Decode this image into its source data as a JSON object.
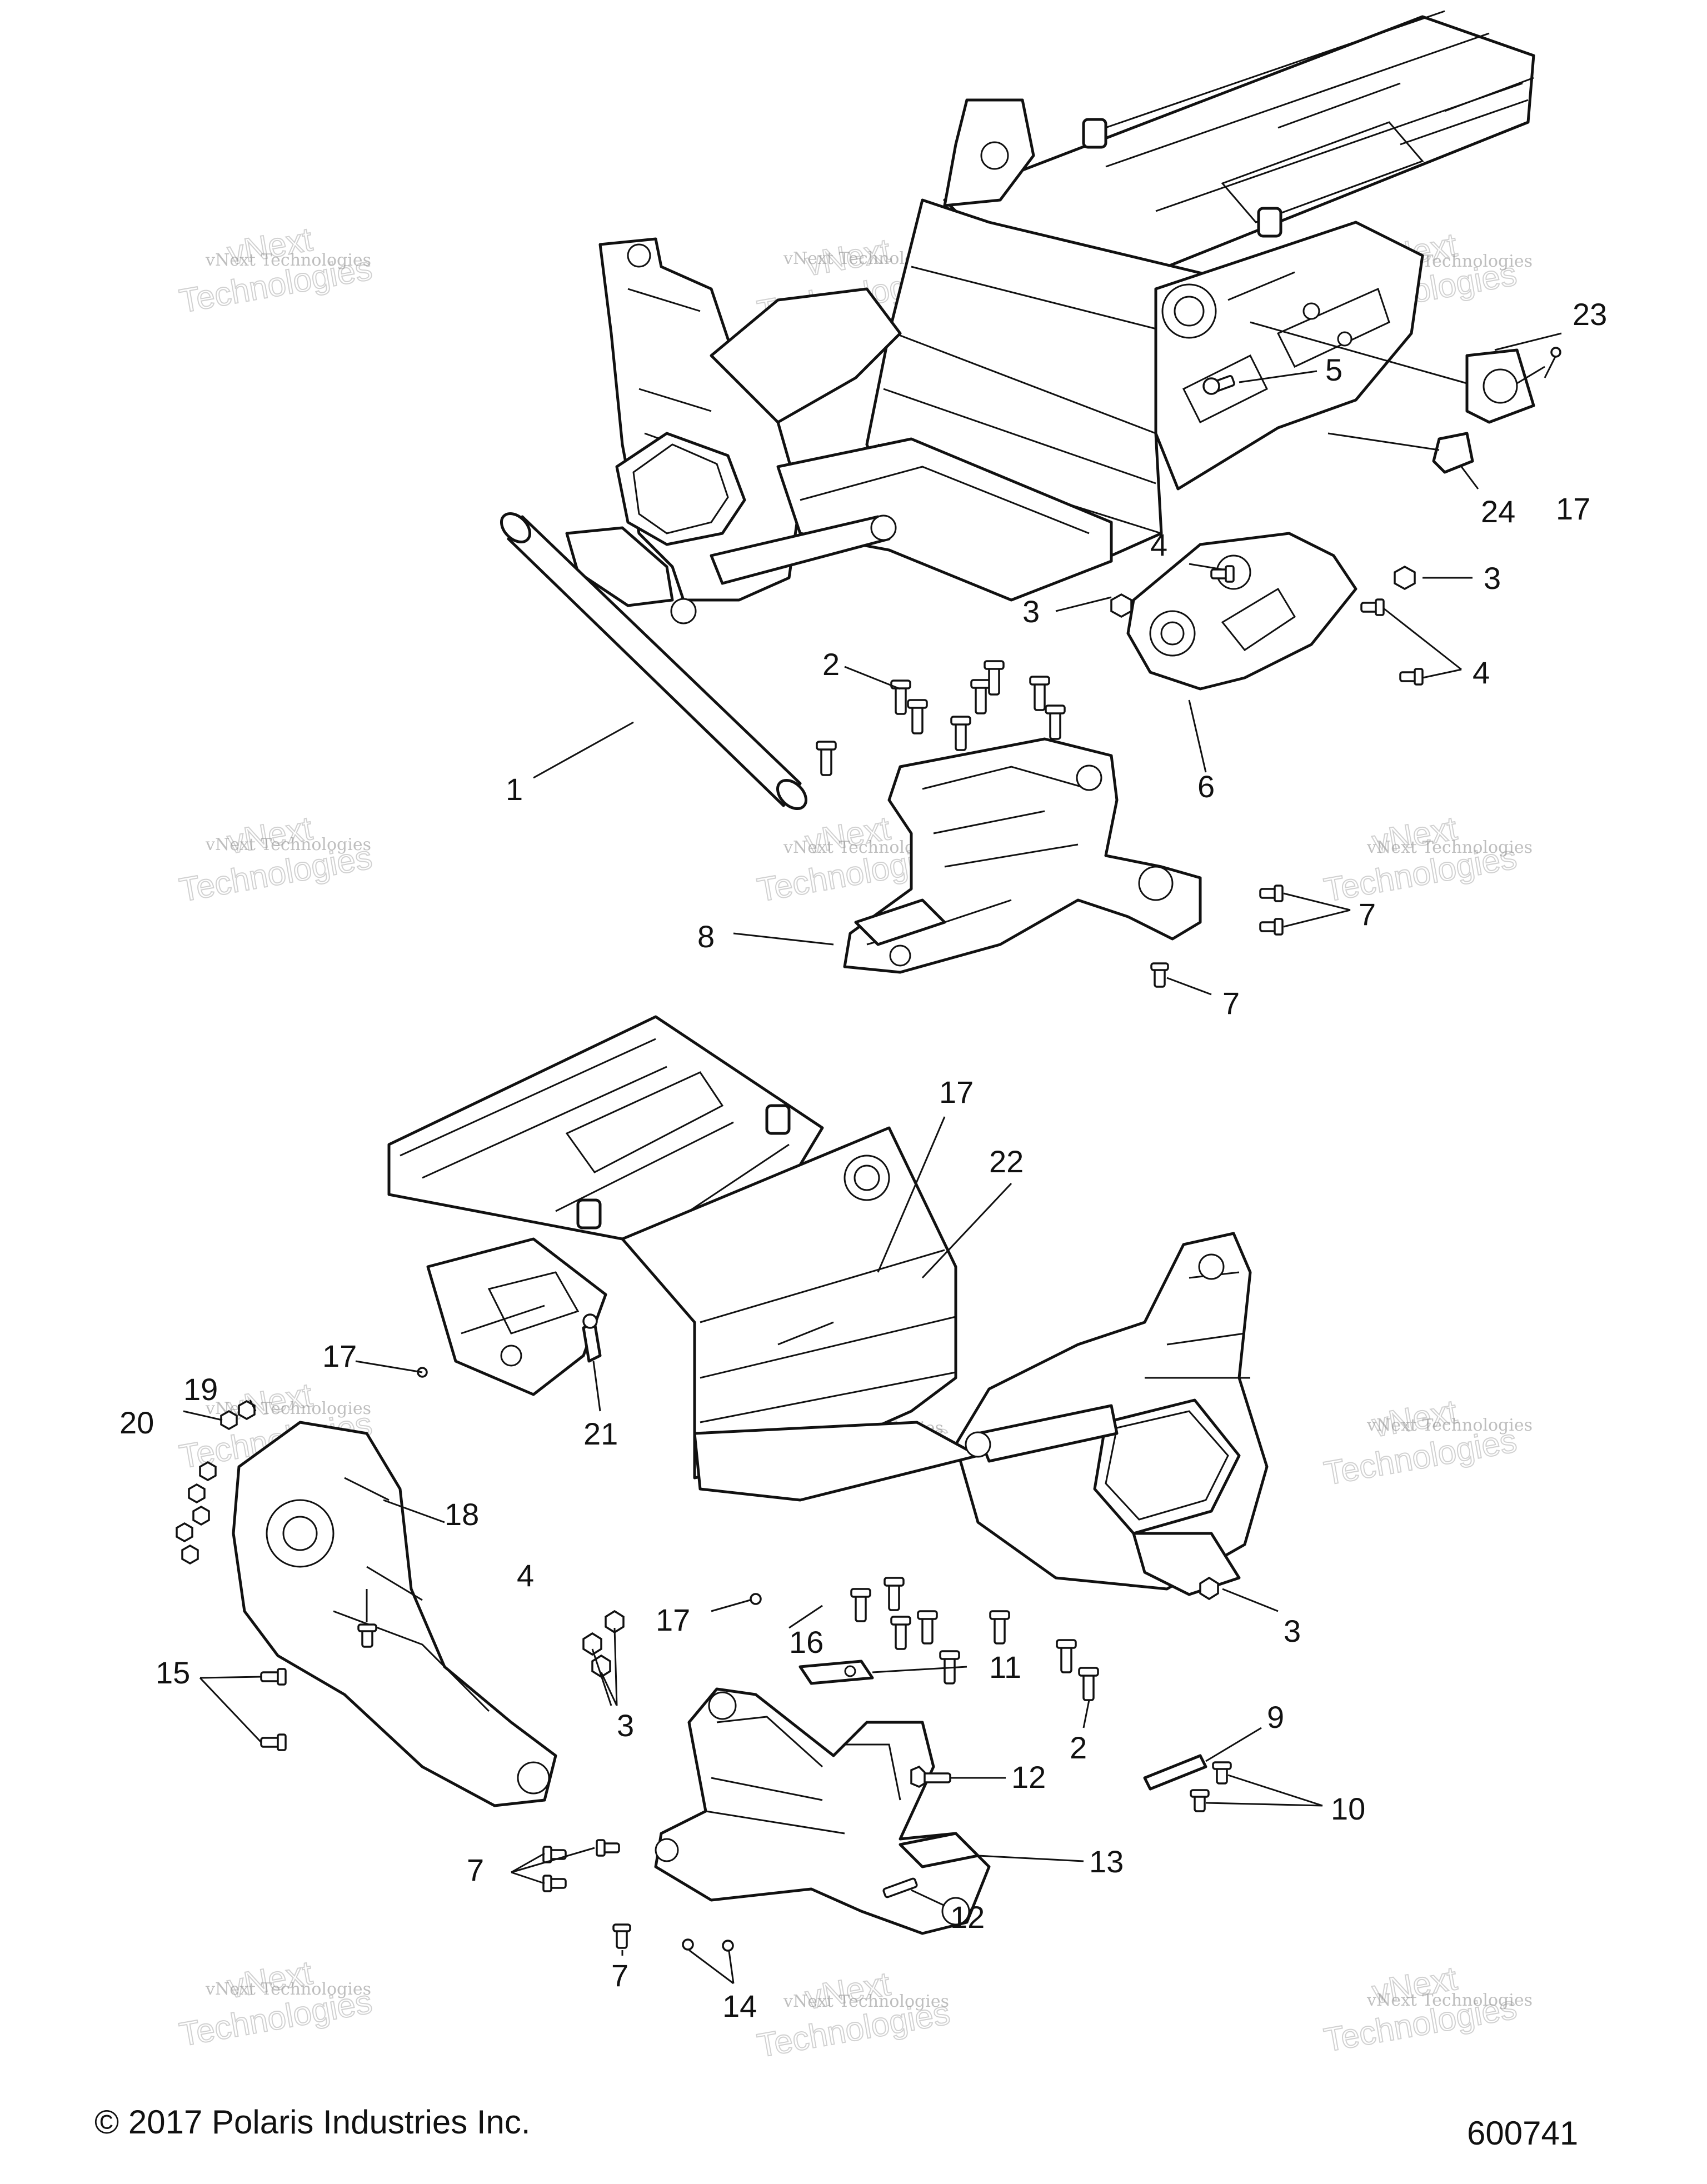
{
  "callouts": {
    "c1": "1",
    "c2a": "2",
    "c2b": "2",
    "c3a": "3",
    "c3b": "3",
    "c3c": "3",
    "c3d": "3",
    "c4a": "4",
    "c4b": "4",
    "c4c": "4",
    "c5": "5",
    "c6": "6",
    "c7a": "7",
    "c7b": "7",
    "c7c": "7",
    "c7d": "7",
    "c8": "8",
    "c9": "9",
    "c10": "10",
    "c11": "11",
    "c12a": "12",
    "c12b": "12",
    "c13": "13",
    "c14": "14",
    "c15": "15",
    "c16": "16",
    "c17a": "17",
    "c17b": "17",
    "c17c": "17",
    "c17d": "17",
    "c18": "18",
    "c19": "19",
    "c20": "20",
    "c21": "21",
    "c22": "22",
    "c23": "23",
    "c24": "24"
  },
  "watermark": {
    "line1": "vNext Technologies",
    "line2": "vNext",
    "line3": "Technologies"
  },
  "footer": {
    "copyright": "© 2017 Polaris Industries Inc.",
    "diagram_number": "600741"
  }
}
